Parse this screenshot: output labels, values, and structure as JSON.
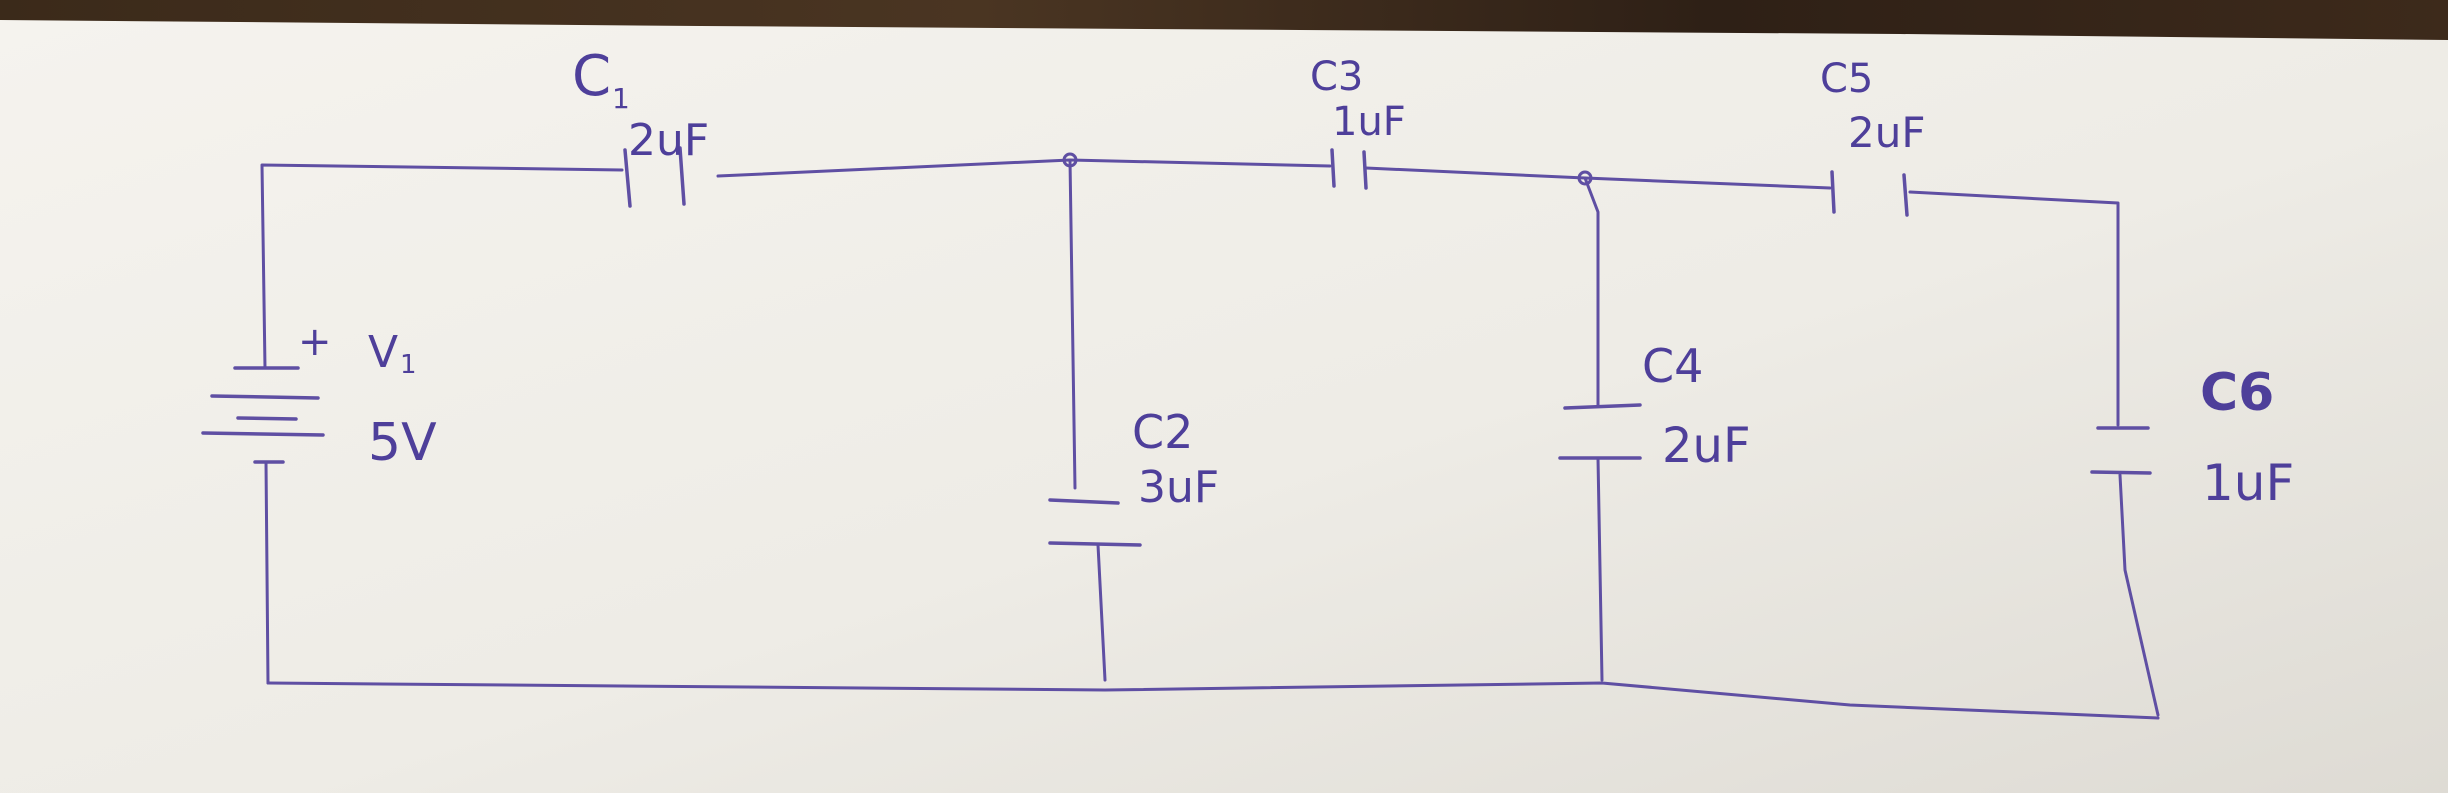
{
  "circuit": {
    "v1": {
      "sign": "+",
      "name": "V",
      "sub": "1",
      "value": "5V"
    },
    "c1": {
      "name": "C",
      "sub": "1",
      "value": "2uF"
    },
    "c2": {
      "name": "C2",
      "value": "3uF"
    },
    "c3": {
      "name": "C3",
      "value": "1uF"
    },
    "c4": {
      "name": "C4",
      "value": "2uF"
    },
    "c5": {
      "name": "C5",
      "value": "2uF"
    },
    "c6": {
      "name": "C6",
      "value": "1uF"
    }
  },
  "colors": {
    "ink": "#5f4fa3",
    "paper": "#f2f0eb",
    "table": "#3a2718"
  }
}
